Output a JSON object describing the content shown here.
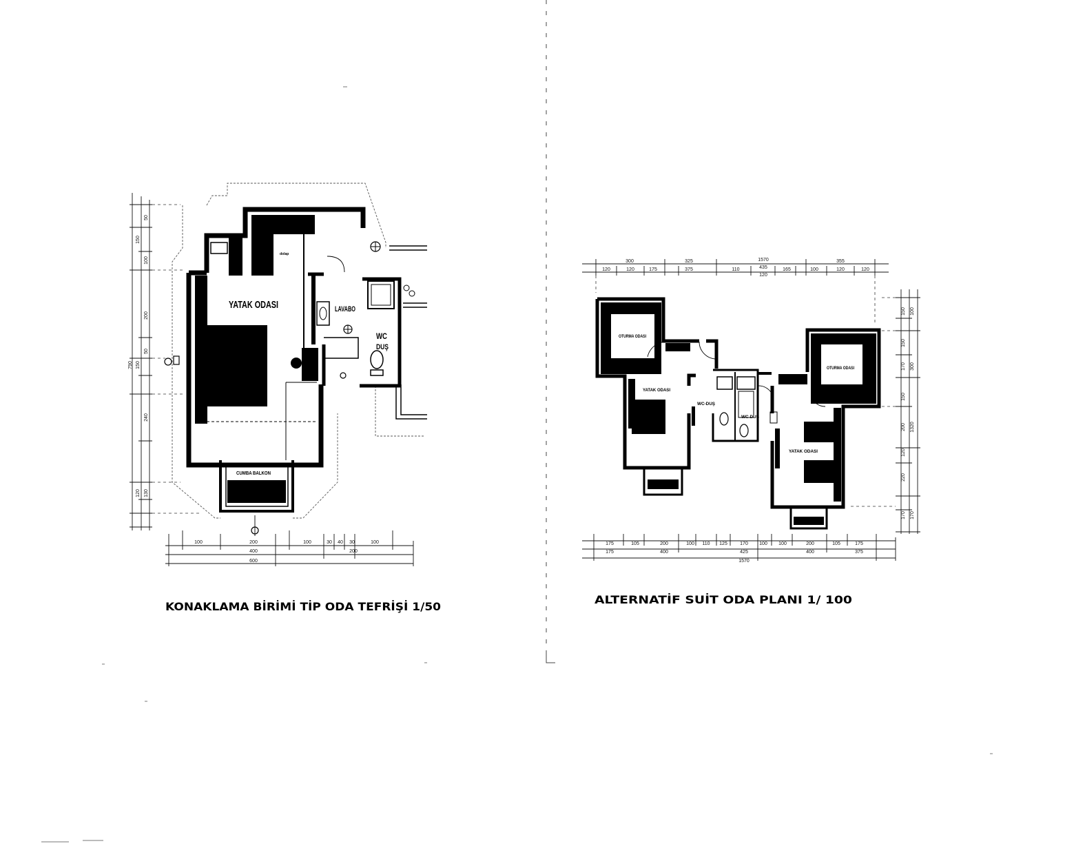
{
  "left_plan": {
    "caption": "KONAKLAMA BİRİMİ TİP ODA TEFRİŞİ 1/50",
    "labels": {
      "yatak_odasi": "YATAK ODASI",
      "lavabo": "LAVABO",
      "wc": "WC",
      "dus": "DUŞ",
      "cumba_balkon": "CUMBA BALKON",
      "dolap": "dolap"
    },
    "dims_vertical": [
      "50",
      "150",
      "100",
      "200",
      "790",
      "150",
      "50",
      "240",
      "120",
      "130"
    ],
    "dims_bottom": [
      "100",
      "200",
      "100",
      "30",
      "40",
      "30",
      "100",
      "400",
      "200",
      "600"
    ]
  },
  "right_plan": {
    "caption": "ALTERNATİF SUİT ODA PLANI 1/ 100",
    "labels": {
      "oturma_odasi_left": "OTURMA ODASI",
      "yatak_odasi_left": "YATAK ODASI",
      "wc_dus_left": "WC-DUŞ",
      "wc_dus_right": "WC DUŞ",
      "oturma_odasi_right": "OTURMA ODASI",
      "yatak_odasi_right": "YATAK ODASI"
    },
    "dims_top": [
      "1570",
      "300",
      "325",
      "435",
      "355",
      "120",
      "120",
      "175",
      "375",
      "110",
      "120",
      "165",
      "100",
      "120",
      "120"
    ],
    "dims_bottom": [
      "175",
      "105",
      "200",
      "100",
      "110",
      "125",
      "170",
      "100",
      "100",
      "200",
      "105",
      "175",
      "175",
      "400",
      "425",
      "400",
      "375",
      "1570"
    ],
    "dims_right": [
      "150",
      "150",
      "170",
      "150",
      "200",
      "120",
      "220",
      "170",
      "100",
      "300",
      "1320",
      "170"
    ]
  }
}
